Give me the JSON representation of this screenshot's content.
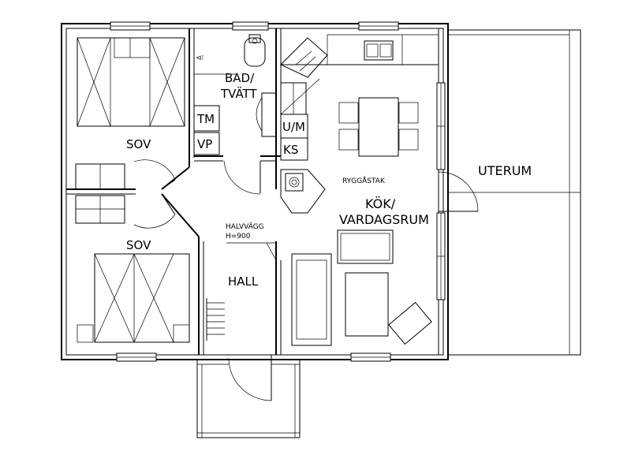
{
  "rooms": {
    "bedroom_top": "SOV",
    "bedroom_bottom": "SOV",
    "bathroom_line1": "BAD/",
    "bathroom_line2": "TVÄTT",
    "kitchen_line1": "KÖK/",
    "kitchen_line2": "VARDAGSRUM",
    "hall": "HALL",
    "sunroom": "UTERUM"
  },
  "appliances": {
    "dryer": "TM",
    "water_heater": "VP",
    "microwave": "U/M",
    "fridge_freezer": "KS"
  },
  "notes": {
    "partial_wall_line1": "HALVVÄGG",
    "partial_wall_line2": "H=900",
    "ridge_roof": "RYGGÅSTAK"
  }
}
